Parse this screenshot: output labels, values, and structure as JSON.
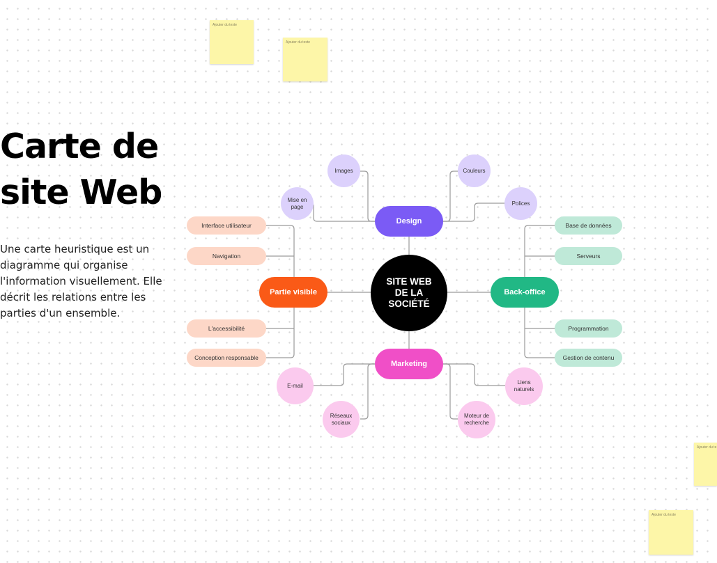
{
  "title": "Carte de\nsite Web",
  "description": "Une carte heuristique est un diagramme qui organise l'information visuellement. Elle décrit les relations entre les parties d'un ensemble.",
  "sticky_notes": [
    {
      "text": "Ajouter du texte"
    },
    {
      "text": "Ajouter du texte"
    },
    {
      "text": "Ajouter du te"
    },
    {
      "text": "Ajouter du texte"
    }
  ],
  "colors": {
    "center": "#000000",
    "design": "#7b5bf5",
    "partie_visible": "#fa5a17",
    "back_office": "#21b885",
    "marketing": "#f04fc7"
  },
  "mindmap": {
    "center": "SITE WEB\nDE LA\nSOCIÉTÉ",
    "design": {
      "label": "Design",
      "children": [
        "Images",
        "Mise en\npage",
        "Couleurs",
        "Polices"
      ]
    },
    "partie_visible": {
      "label": "Partie visible",
      "children": [
        "Interface utilisateur",
        "Navigation",
        "L'accessibilité",
        "Conception responsable"
      ]
    },
    "back_office": {
      "label": "Back-office",
      "children": [
        "Base de données",
        "Serveurs",
        "Programmation",
        "Gestion de contenu"
      ]
    },
    "marketing": {
      "label": "Marketing",
      "children": [
        "E-mail",
        "Réseaux\nsociaux",
        "Liens\nnaturels",
        "Moteur de\nrecherche"
      ]
    }
  }
}
